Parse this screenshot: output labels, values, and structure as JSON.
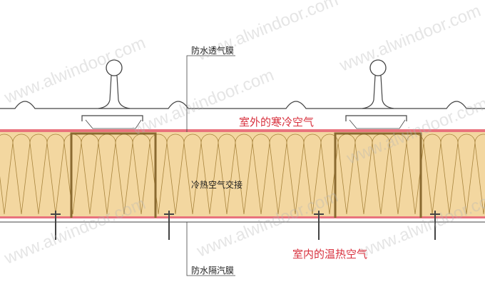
{
  "labels": {
    "top_membrane": "防水透气膜",
    "outdoor_air": "室外的寒冷空气",
    "junction": "冷热空气交接",
    "indoor_air": "室内的温热空气",
    "bottom_membrane": "防水隔汽膜"
  },
  "watermark": "www.alwindoor.com",
  "colors": {
    "insulation": "#f3d7a0",
    "membrane": "#e9737d",
    "accent_text": "#d8313e",
    "line": "#444444"
  }
}
